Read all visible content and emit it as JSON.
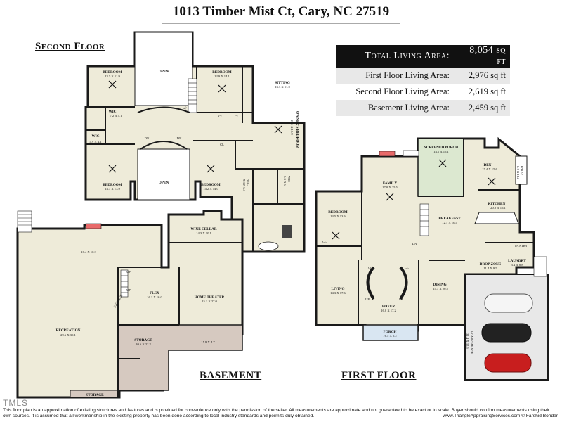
{
  "title": "1013 Timber Mist Ct, Cary, NC 27519",
  "floor_labels": {
    "second": "Second Floor",
    "basement": "BASEMENT",
    "first": "FIRST FLOOR"
  },
  "area_table": {
    "total": {
      "label": "Total Living Area:",
      "value": "8,054 sq ft"
    },
    "rows": [
      {
        "label": "First Floor Living Area:",
        "value": "2,976 sq ft"
      },
      {
        "label": "Second Floor Living Area:",
        "value": "2,619 sq ft"
      },
      {
        "label": "Basement Living Area:",
        "value": "2,459 sq ft"
      }
    ]
  },
  "rooms": {
    "second": {
      "bed1": {
        "name": "BEDROOM",
        "dim": "13.5 X 11.9"
      },
      "open_top": {
        "name": "OPEN"
      },
      "bed2": {
        "name": "BEDROOM",
        "dim": "12.9 X 14.1"
      },
      "sitting": {
        "name": "SITTING",
        "dim": "13.3 X 11.0"
      },
      "wic1": {
        "name": "WIC",
        "dim": "7.2 X 4.1"
      },
      "wic2": {
        "name": "WIC",
        "dim": "4.9 X 4.1"
      },
      "owners": {
        "name": "OWNER'S BEDROOM",
        "dim": "15.1 X 16.9"
      },
      "bed3": {
        "name": "BEDROOM",
        "dim": "14.3 X 13.9"
      },
      "open_bot": {
        "name": "OPEN"
      },
      "bed4": {
        "name": "BEDROOM",
        "dim": "14.2 X 14.0"
      },
      "wic3": {
        "name": "WIC",
        "dim": "9.3 X 5.3"
      },
      "wic4": {
        "name": "WIC",
        "dim": "6.3 X 5"
      },
      "dn1": "DN",
      "dn2": "DN",
      "dn3": "DN",
      "cl1": "CL",
      "cl2": "CL",
      "cl3": "CL"
    },
    "basement": {
      "unnamed": {
        "dim": "16.4 X 10.3"
      },
      "wine": {
        "name": "WINE CELLAR",
        "dim": "14.3 X 10.1"
      },
      "flex": {
        "name": "FLEX",
        "dim": "16.1 X 16.0"
      },
      "theater": {
        "name": "HOME THEATER",
        "dim": "15.1 X 27.0"
      },
      "recreation": {
        "name": "RECREATION",
        "dim": "29.6 X 30.1"
      },
      "storage1": {
        "name": "STORAGE",
        "dim": "20.6 X 22.2"
      },
      "storage1b": {
        "dim": "15.9 X 4.7"
      },
      "storage2": {
        "name": "STORAGE"
      },
      "storage3": {
        "name": "STORAGE"
      },
      "up1": "UP",
      "up2": "UP"
    },
    "first": {
      "screened": {
        "name": "SCREENED PORCH",
        "dim": "14.1 X 15.1"
      },
      "den": {
        "name": "DEN",
        "dim": "15.4 X 15.6"
      },
      "patio": {
        "name": "PATIO",
        "dim": "8.6 X 11.2"
      },
      "family": {
        "name": "FAMILY",
        "dim": "17.0 X 25.5"
      },
      "bedroom": {
        "name": "BEDROOM",
        "dim": "13.5 X 13.6"
      },
      "kitchen": {
        "name": "KITCHEN",
        "dim": "20.0 X 16.1"
      },
      "breakfast": {
        "name": "BREAKFAST",
        "dim": "12.1 X 10.4"
      },
      "pantry": {
        "name": "PANTRY"
      },
      "drop": {
        "name": "DROP ZONE",
        "dim": "11.4 X 9.5"
      },
      "laundry": {
        "name": "LAUNDRY",
        "dim": "3.4 X 8.8"
      },
      "living": {
        "name": "LIVING",
        "dim": "14.3 X 17.6"
      },
      "dining": {
        "name": "DINING",
        "dim": "14.3 X 20.5"
      },
      "foyer": {
        "name": "FOYER",
        "dim": "16.0 X 17.2"
      },
      "porch": {
        "name": "PORCH",
        "dim": "16.5 X 5.2"
      },
      "garage": {
        "name": "3-CAR GARAGE",
        "dim": "31.4 X 32.6"
      },
      "dn": "DN",
      "up1": "UP",
      "up2": "UP",
      "cl1": "CL",
      "cl2": "CL",
      "cl3": "CL"
    }
  },
  "mls_mark": "TMLS",
  "disclaimer": "This floor plan is an approximation of existing structures and features and is provided for convenience only with the permission of the seller.  All measurements are approximate and not guaranteed to be exact or to scale.  Buyer should confirm measurements using their own sources.  It is assumed that all workmanship in the existing property has been done according to local industry standards and permits duly obtained.",
  "credit": "www.TriangleAppraisingServices.com  © Farshid Bondar",
  "colors": {
    "floor": "#eeebd9",
    "wall": "#1a1a1a",
    "porch": "#dce8d0",
    "front_porch": "#d9e6f2",
    "garage": "#e8e8e8",
    "storage": "#d6c9c0",
    "fireplace": "#e86a6a"
  }
}
